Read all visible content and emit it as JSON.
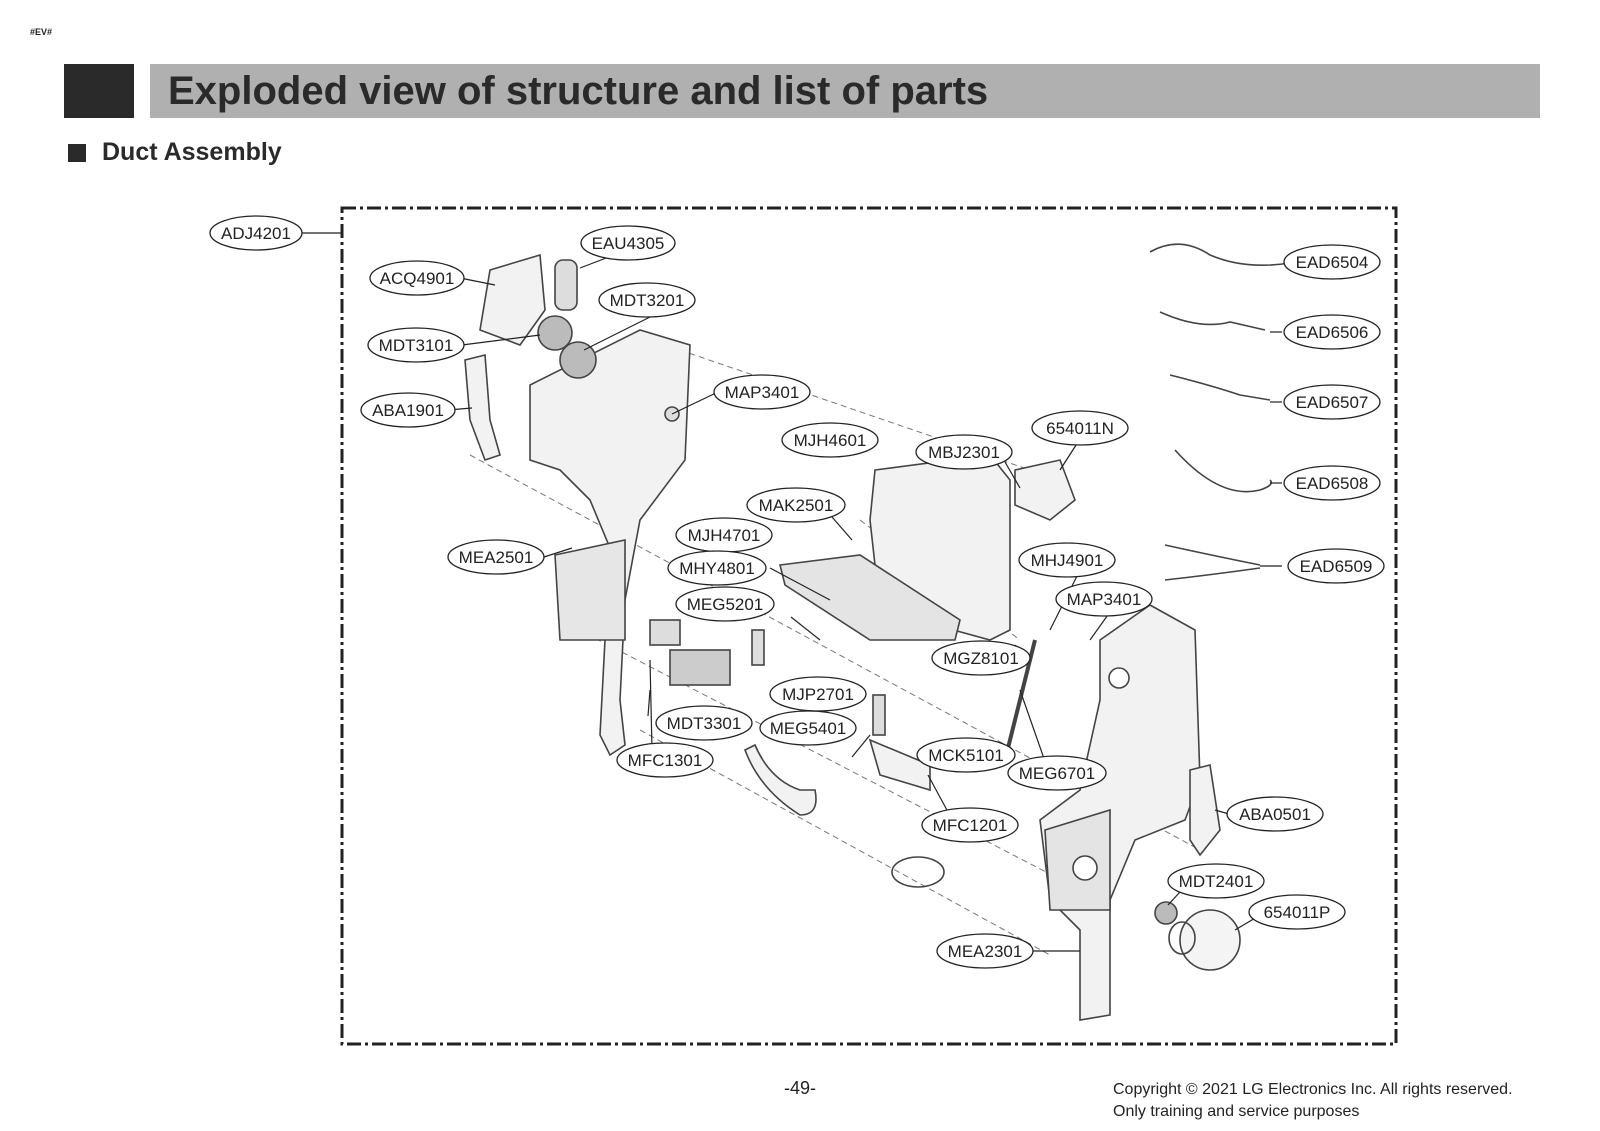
{
  "doc_tag": "#EV#",
  "title": "Exploded view of structure and list of parts",
  "section": "Duct Assembly",
  "labels": [
    "ADJ4201",
    "ACQ4901",
    "EAU4305",
    "MDT3201",
    "MDT3101",
    "ABA1901",
    "MAP3401",
    "MJH4601",
    "MBJ2301",
    "654011N",
    "MAK2501",
    "MJH4701",
    "MEA2501",
    "MHY4801",
    "MHJ4901",
    "MAP3401",
    "MEG5201",
    "MGZ8101",
    "MJP2701",
    "MDT3301",
    "MEG5401",
    "MFC1301",
    "MCK5101",
    "MEG6701",
    "MFC1201",
    "ABA0501",
    "MDT2401",
    "654011P",
    "MEA2301",
    "EAD6504",
    "EAD6506",
    "EAD6507",
    "EAD6508",
    "EAD6509"
  ],
  "page_number": "-49-",
  "copyright": {
    "line1": "Copyright © 2021 LG Electronics Inc. All rights reserved.",
    "line2": "Only training and service purposes"
  }
}
